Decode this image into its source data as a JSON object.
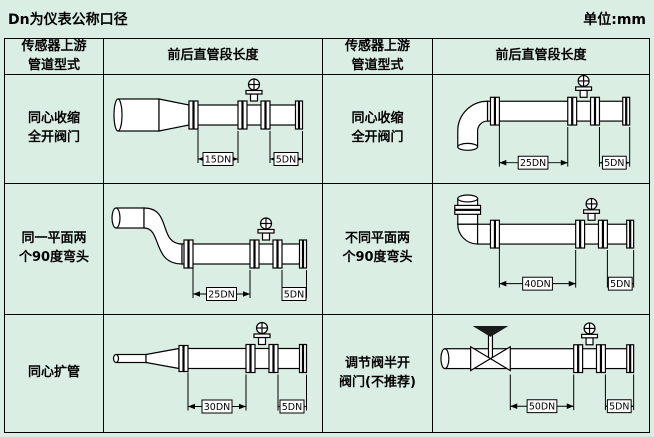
{
  "page": {
    "title_note": "Dn为仪表公称口径",
    "unit_note": "单位:mm"
  },
  "colors": {
    "background": "#daeee4",
    "line": "#000000",
    "pipe_fill": "#ffffff"
  },
  "table": {
    "headers": {
      "type_left": "传感器上游\n管道型式",
      "length_left": "前后直管段长度",
      "type_right": "传感器上游\n管道型式",
      "length_right": "前后直管段长度"
    },
    "cells": {
      "r1_left": {
        "label": "同心收缩\n全开阀门",
        "dim_up": "15DN",
        "dim_down": "5DN"
      },
      "r1_right": {
        "label": "同心收缩\n全开阀门",
        "dim_up": "25DN",
        "dim_down": "5DN"
      },
      "r2_left": {
        "label": "同一平面两\n个90度弯头",
        "dim_up": "25DN",
        "dim_down": "5DN"
      },
      "r2_right": {
        "label": "不同平面两\n个90度弯头",
        "dim_up": "40DN",
        "dim_down": "5DN"
      },
      "r3_left": {
        "label": "同心扩管",
        "dim_up": "30DN",
        "dim_down": "5DN"
      },
      "r3_right": {
        "label": "调节阀半开\n阀门(不推荐)",
        "dim_up": "50DN",
        "dim_down": "5DN"
      }
    }
  }
}
